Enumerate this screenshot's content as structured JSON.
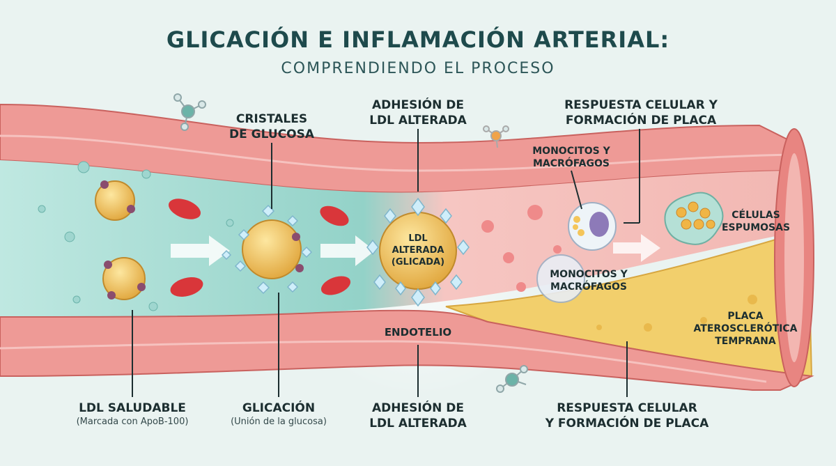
{
  "header": {
    "title": "GLICACIÓN E INFLAMACIÓN ARTERIAL:",
    "subtitle": "COMPRENDIENDO EL PROCESO"
  },
  "top_labels": {
    "glucose_crystals": [
      "CRISTALES",
      "DE GLUCOSA"
    ],
    "adhesion": [
      "ADHESIÓN DE",
      "LDL ALTERADA"
    ],
    "response": [
      "RESPUESTA CELULAR Y",
      "FORMACIÓN DE PLACA"
    ]
  },
  "inner_labels": {
    "monocytes_top": [
      "MONOCITOS Y",
      "MACRÓFAGOS"
    ],
    "monocytes_mid": [
      "MONOCITOS Y",
      "MACRÓFAGOS"
    ],
    "foam_cells": [
      "CÉLULAS",
      "ESPUMOSAS"
    ],
    "ldl_altered": [
      "LDL",
      "ALTERADA",
      "(GLICADA)"
    ],
    "endothelium": "ENDOTELIO",
    "plaque": [
      "PLACA",
      "ATEROSCLERÓTICA",
      "TEMPRANA"
    ]
  },
  "bottom_labels": {
    "healthy_ldl": "LDL SALUDABLE",
    "healthy_ldl_note": "(Marcada con ApoB-100)",
    "glycation": "GLICACIÓN",
    "glycation_note": "(Unión de la glucosa)",
    "adhesion": [
      "ADHESIÓN DE",
      "LDL ALTERADA"
    ],
    "response": [
      "RESPUESTA CELULAR",
      "Y FORMACIÓN DE PLACA"
    ]
  },
  "colors": {
    "wall": "#ee9a96",
    "lumen": "#a8dcd4",
    "plaque": "#f2cf6c",
    "ldl": "#f4c55a",
    "rbc": "#d9363a",
    "crystal": "#cfeefa"
  }
}
